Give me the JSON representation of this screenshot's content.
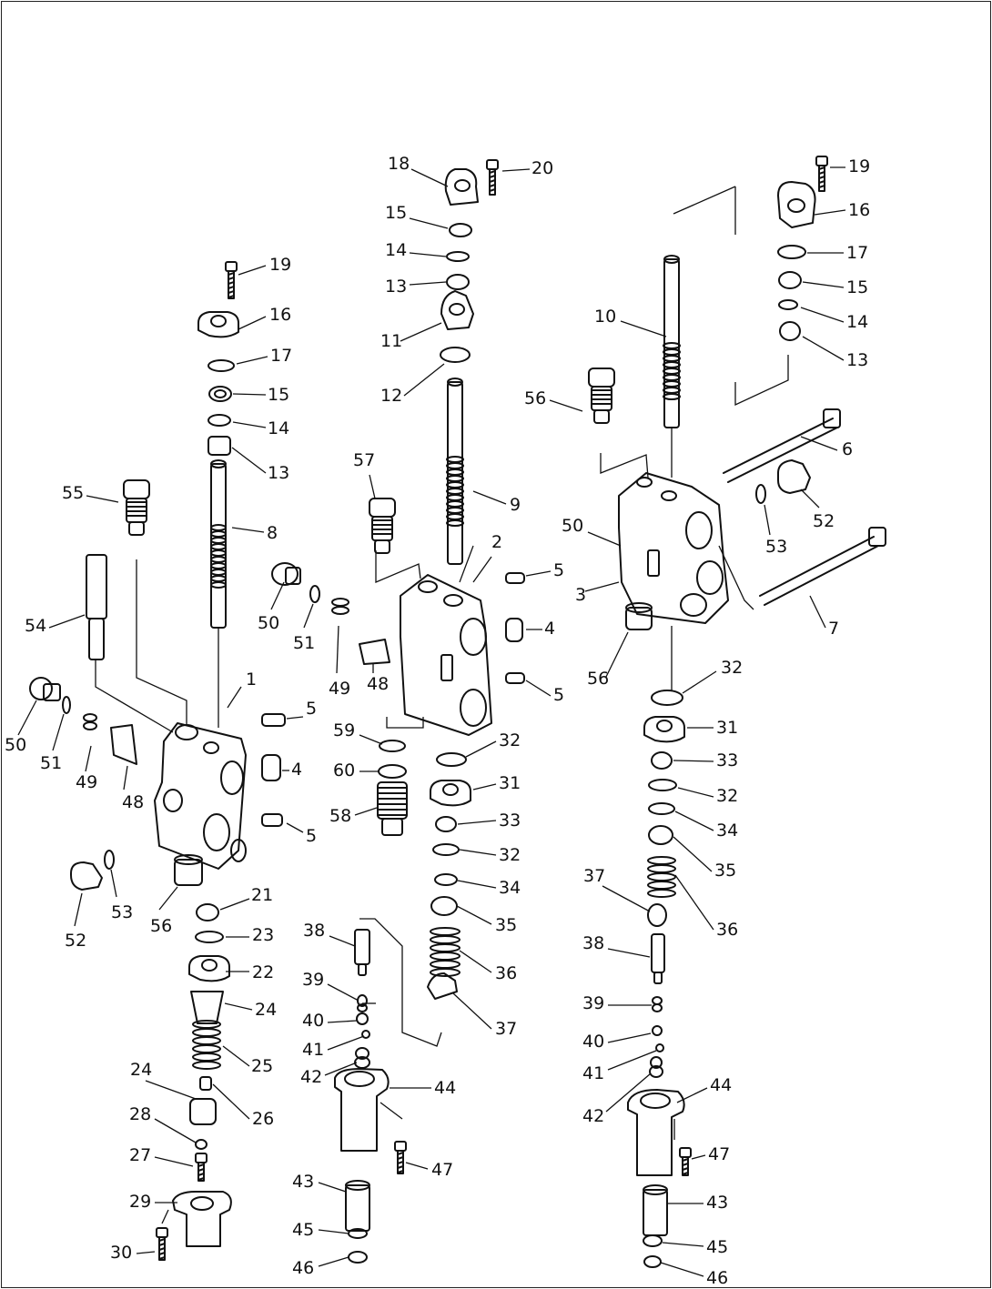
{
  "drawing": {
    "type": "exploded-parts-diagram",
    "ink_color": "#111111",
    "background_color": "#ffffff",
    "callouts": [
      "1",
      "2",
      "3",
      "4",
      "5",
      "6",
      "7",
      "8",
      "9",
      "10",
      "11",
      "12",
      "13",
      "14",
      "15",
      "16",
      "17",
      "18",
      "19",
      "20",
      "21",
      "22",
      "23",
      "24",
      "25",
      "26",
      "27",
      "28",
      "29",
      "30",
      "31",
      "32",
      "33",
      "34",
      "35",
      "36",
      "37",
      "38",
      "39",
      "40",
      "41",
      "42",
      "43",
      "44",
      "45",
      "46",
      "47",
      "48",
      "49",
      "50",
      "51",
      "52",
      "53",
      "54",
      "55",
      "56",
      "57",
      "58",
      "59",
      "60"
    ]
  }
}
